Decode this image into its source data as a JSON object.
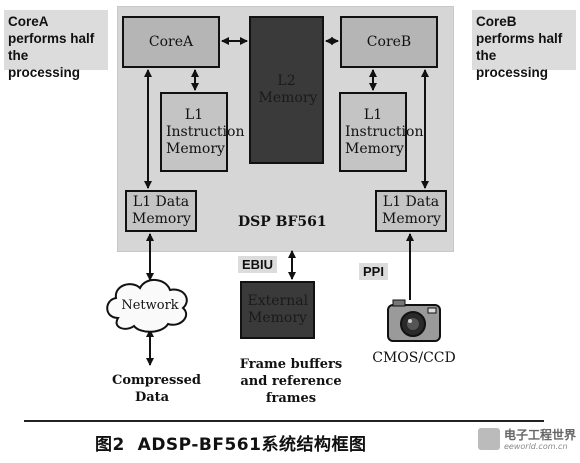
{
  "notes": {
    "corea": "CoreA performs half the processing",
    "coreb": "CoreB performs half the processing"
  },
  "chip": {
    "label": "DSP BF561",
    "corea": "CoreA",
    "coreb": "CoreB",
    "l2": "L2 Memory",
    "l1_instr_a": "L1 Instruction Memory",
    "l1_instr_b": "L1 Instruction Memory",
    "l1_data_a": "L1 Data Memory",
    "l1_data_b": "L1 Data Memory"
  },
  "peripherals": {
    "network": "Network",
    "compressed": "Compressed Data",
    "ebiu": "EBIU",
    "external": "External Memory",
    "frame": "Frame buffers and reference frames",
    "ppi": "PPI",
    "camera": "CMOS/CCD"
  },
  "caption": "图2  ADSP-BF561系统结构框图",
  "watermark": {
    "logo": "电子工程世界",
    "url": "eeworld.com.cn"
  }
}
